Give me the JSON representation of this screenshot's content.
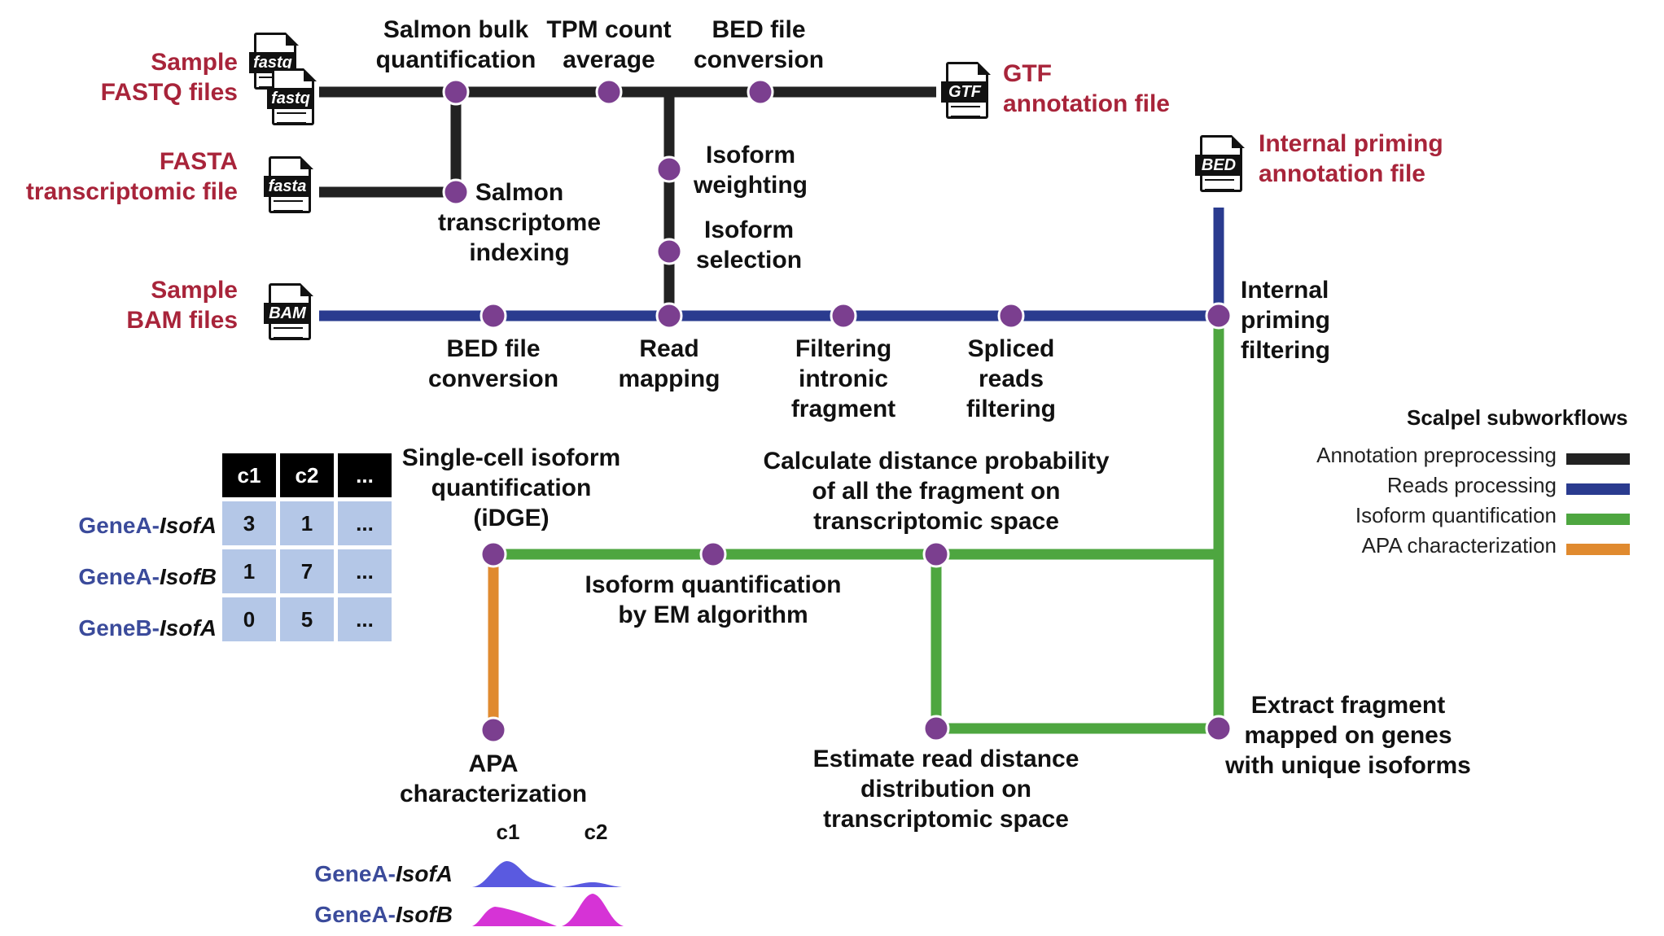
{
  "legend": {
    "title": "Scalpel subworkflows",
    "items": [
      {
        "label": "Annotation preprocessing",
        "color": "#222222"
      },
      {
        "label": "Reads processing",
        "color": "#2a3b8f"
      },
      {
        "label": "Isoform quantification",
        "color": "#4ea640"
      },
      {
        "label": "APA characterization",
        "color": "#e08a2f"
      }
    ]
  },
  "colors": {
    "annotation": "#222222",
    "reads": "#2a3b8f",
    "quant": "#4ea640",
    "apa": "#e08a2f",
    "node": "#7b3f8f",
    "input_label": "#a8243a",
    "gene_label": "#3b4b9b"
  },
  "inputs": {
    "fastq": "Sample\nFASTQ files",
    "fasta": "FASTA\ntranscriptomic file",
    "bam": "Sample\nBAM files",
    "gtf": "GTF\nannotation file",
    "priming": "Internal priming\nannotation file"
  },
  "file_icons": {
    "fastq_a": "fastq",
    "fastq_b": "fastq",
    "fasta": "fasta",
    "bam": "BAM",
    "gtf": "GTF",
    "bed": "BED"
  },
  "steps": {
    "salmon_quant": "Salmon bulk\nquantification",
    "tpm": "TPM count\naverage",
    "bed_conv_top": "BED file\nconversion",
    "salmon_index": "Salmon\ntranscriptome\nindexing",
    "isoform_weighting": "Isoform\nweighting",
    "isoform_selection": "Isoform\nselection",
    "bed_conv_reads": "BED file\nconversion",
    "read_mapping": "Read\nmapping",
    "filtering_intronic": "Filtering\nintronic\nfragment",
    "spliced_filtering": "Spliced\nreads\nfiltering",
    "internal_priming": "Internal\npriming\nfiltering",
    "sc_quant": "Single-cell isoform\nquantification\n(iDGE)",
    "distance_prob": "Calculate distance probability\nof all the fragment on\ntranscriptomic space",
    "em": "Isoform quantification\nby EM algorithm",
    "estimate_dist": "Estimate read distance\ndistribution on\ntranscriptomic space",
    "extract_fragment": "Extract fragment\nmapped on genes\nwith unique isoforms",
    "apa": "APA\ncharacterization"
  },
  "matrix": {
    "headers": [
      "c1",
      "c2",
      "..."
    ],
    "rows": [
      {
        "gene": "GeneA",
        "isoform": "IsofA",
        "values": [
          "3",
          "1",
          "..."
        ]
      },
      {
        "gene": "GeneA",
        "isoform": "IsofB",
        "values": [
          "1",
          "7",
          "..."
        ]
      },
      {
        "gene": "GeneB",
        "isoform": "IsofA",
        "values": [
          "0",
          "5",
          "..."
        ]
      }
    ]
  },
  "apa_plot": {
    "columns": [
      "c1",
      "c2"
    ],
    "rows": [
      {
        "gene": "GeneA",
        "isoform": "IsofA",
        "color": "#5a5ae0"
      },
      {
        "gene": "GeneA",
        "isoform": "IsofB",
        "color": "#d633d6"
      }
    ]
  }
}
